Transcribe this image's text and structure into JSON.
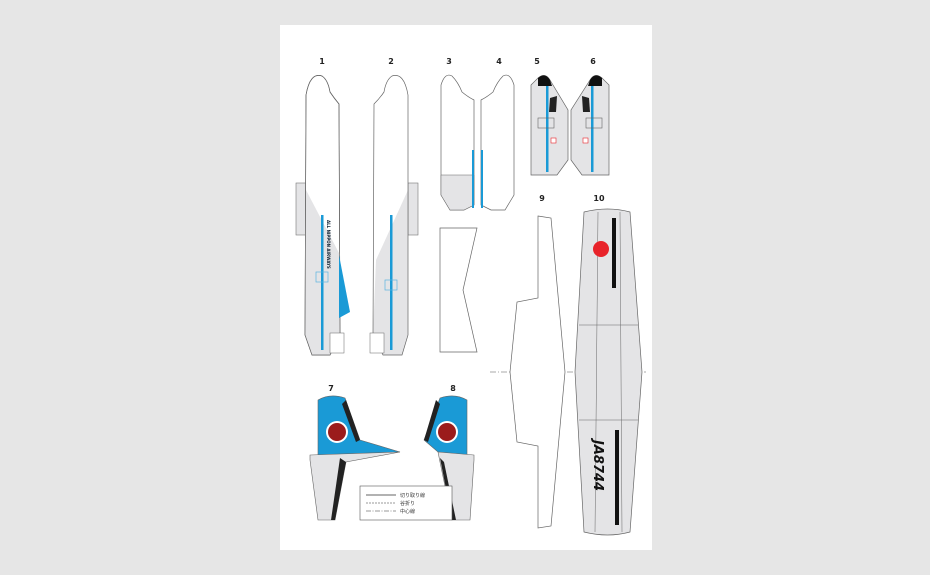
{
  "parts": [
    {
      "number": "1"
    },
    {
      "number": "2"
    },
    {
      "number": "3"
    },
    {
      "number": "4"
    },
    {
      "number": "5"
    },
    {
      "number": "6"
    },
    {
      "number": "7"
    },
    {
      "number": "8"
    },
    {
      "number": "9"
    },
    {
      "number": "10"
    }
  ],
  "livery": {
    "airline": "ALL NIPPON AIRWAYS",
    "registration": "JA8744",
    "blue": "#1a9ad6",
    "red": "#e8232a",
    "grey": "#e4e4e6"
  },
  "legend": {
    "cut_line": "切り取り線",
    "valley_fold": "谷折り",
    "center_line": "中心線"
  }
}
